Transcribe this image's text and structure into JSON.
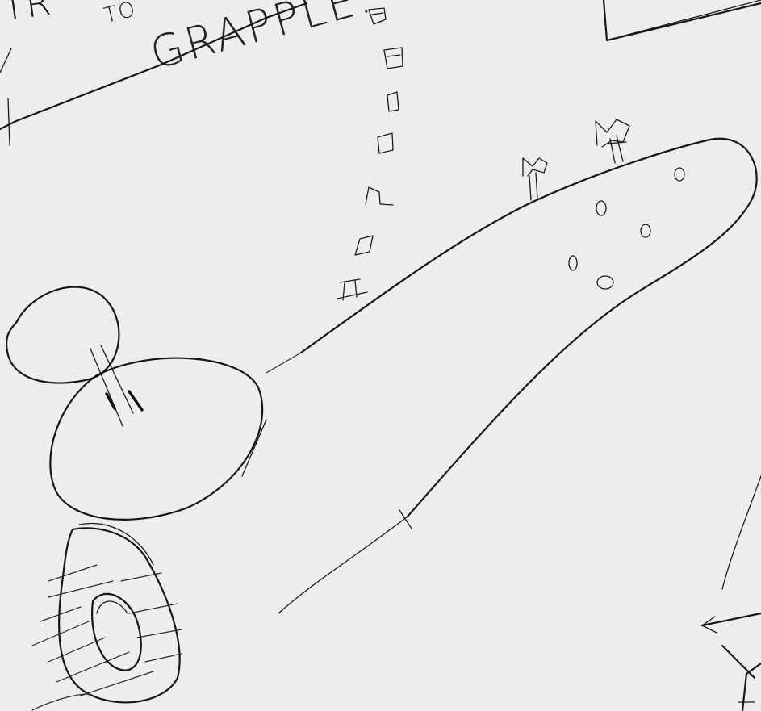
{
  "sketch": {
    "corner_text": "TR",
    "label_to": "TO",
    "label_grapple": "GRAPPLE."
  }
}
